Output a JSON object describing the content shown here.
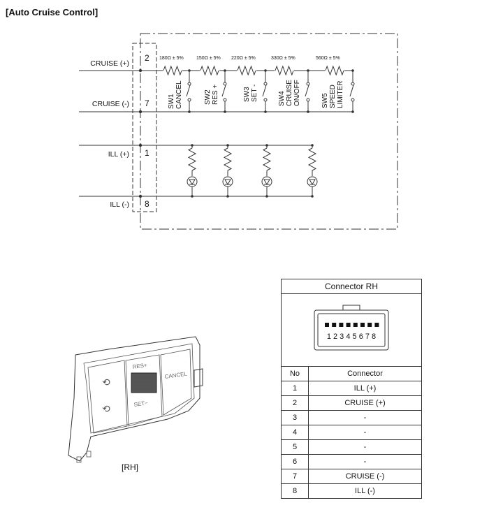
{
  "title": "[Auto Cruise Control]",
  "wires": {
    "cruise_plus": "CRUISE (+)",
    "cruise_minus": "CRUISE (-)",
    "ill_plus": "ILL (+)",
    "ill_minus": "ILL (-)"
  },
  "pins": {
    "cruise_plus": "2",
    "cruise_minus": "7",
    "ill_plus": "1",
    "ill_minus": "8"
  },
  "resistors": [
    "180Ω ± 5%",
    "150Ω ± 5%",
    "220Ω ± 5%",
    "330Ω ± 5%",
    "560Ω ± 5%"
  ],
  "switches": [
    {
      "id": "SW1",
      "line1": "CANCEL",
      "line2": ""
    },
    {
      "id": "SW2",
      "line1": "RES +",
      "line2": ""
    },
    {
      "id": "SW3",
      "line1": "SET -",
      "line2": ""
    },
    {
      "id": "SW4",
      "line1": "CRUISE",
      "line2": "ON/OFF"
    },
    {
      "id": "SW5",
      "line1": "SPEED",
      "line2": "LIMITER"
    }
  ],
  "panel": {
    "res_label": "RES+",
    "set_label": "SET−",
    "cancel_label": "CANCEL",
    "caption": "[RH]"
  },
  "connector": {
    "title": "Connector RH",
    "pin_numbers": "1 2 3 4 5 6 7 8",
    "col_no": "No",
    "col_connector": "Connector",
    "rows": [
      {
        "no": "1",
        "name": "ILL (+)"
      },
      {
        "no": "2",
        "name": "CRUISE (+)"
      },
      {
        "no": "3",
        "name": "-"
      },
      {
        "no": "4",
        "name": "-"
      },
      {
        "no": "5",
        "name": "-"
      },
      {
        "no": "6",
        "name": "-"
      },
      {
        "no": "7",
        "name": "CRUISE (-)"
      },
      {
        "no": "8",
        "name": "ILL (-)"
      }
    ]
  }
}
